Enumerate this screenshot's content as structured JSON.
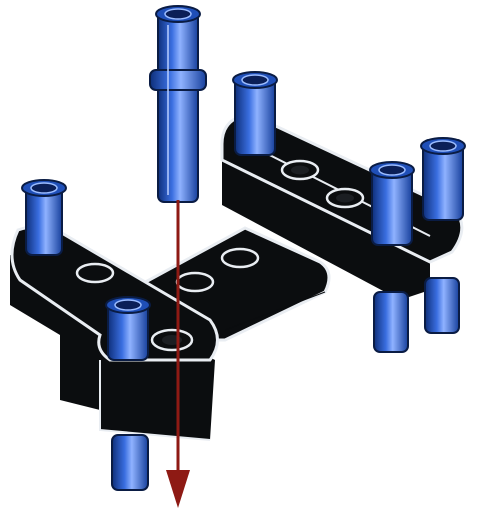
{
  "figure": {
    "subject": "building-instruction-step",
    "parts": [
      "beam-black",
      "pin-blue"
    ],
    "insertion_direction": "down"
  },
  "colors": {
    "beam_fill": "#0b0d0f",
    "beam_edge": "#e9edf2",
    "pin_fill": "#1f4fb8",
    "pin_light": "#8fb2ff",
    "pin_dark": "#0e2f7a",
    "arrow": "#8e1a14",
    "background": "#ffffff"
  }
}
